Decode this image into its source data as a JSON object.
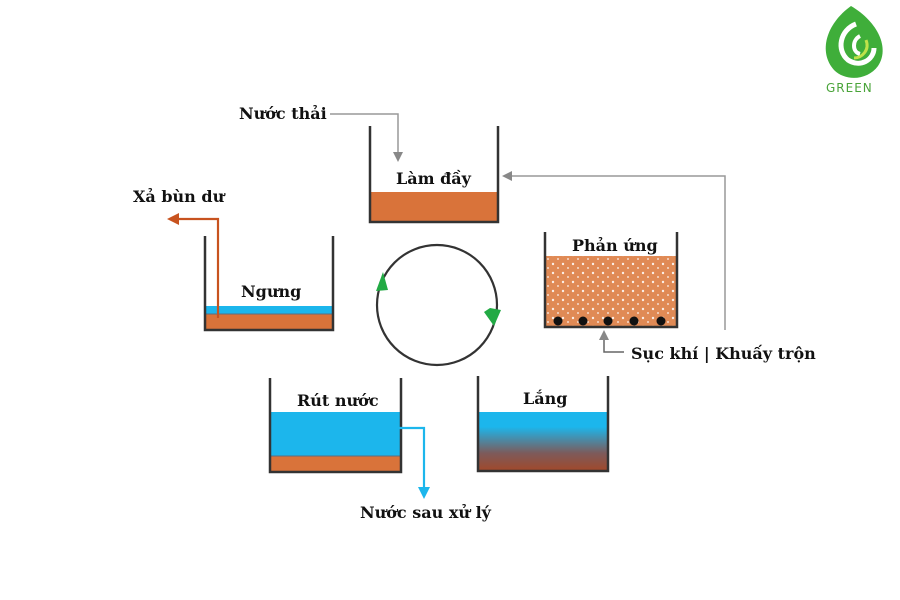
{
  "logo": {
    "text": "GREEN"
  },
  "labels": {
    "input": "Nước thải",
    "fill": "Làm đầy",
    "react": "Phản ứng",
    "aeration": "Sục khí | Khuấy trộn",
    "settle": "Lắng",
    "decant": "Rút nước",
    "output": "Nước sau xử lý",
    "idle": "Ngưng",
    "sludge": "Xả bùn dư"
  },
  "colors": {
    "sludge": "#d9733a",
    "water": "#1cb6ec",
    "wall": "#333333",
    "cycle_arrow": "#22aa44",
    "feed_line": "#999999"
  }
}
